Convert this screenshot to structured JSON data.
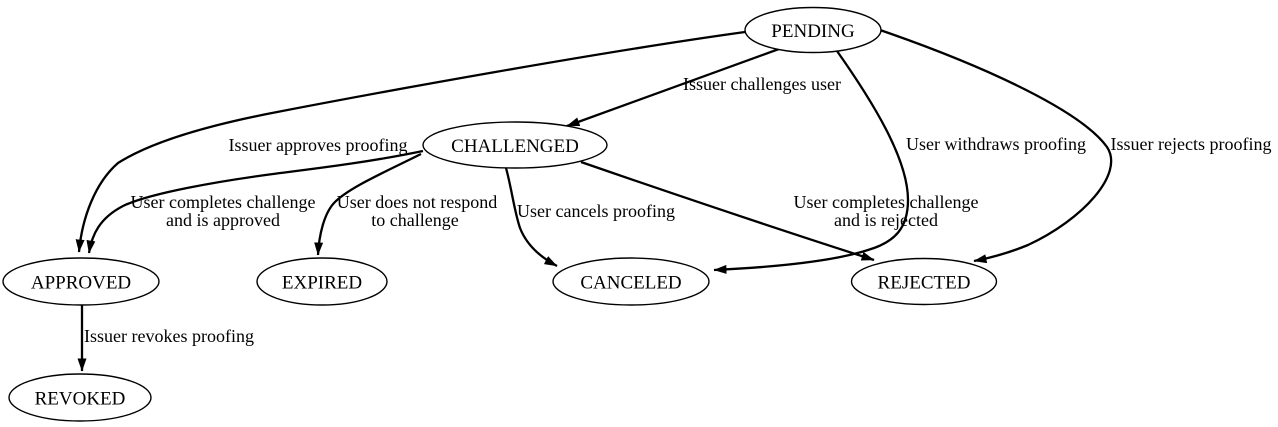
{
  "diagram": {
    "type": "state-machine",
    "colors": {
      "background": "#ffffff",
      "node_fill": "#ffffff",
      "stroke": "#000000",
      "text": "#000000"
    },
    "nodes": [
      {
        "id": "pending",
        "label": "PENDING"
      },
      {
        "id": "challenged",
        "label": "CHALLENGED"
      },
      {
        "id": "approved",
        "label": "APPROVED"
      },
      {
        "id": "expired",
        "label": "EXPIRED"
      },
      {
        "id": "canceled",
        "label": "CANCELED"
      },
      {
        "id": "rejected",
        "label": "REJECTED"
      },
      {
        "id": "revoked",
        "label": "REVOKED"
      }
    ],
    "edges": [
      {
        "from": "PENDING",
        "to": "CHALLENGED",
        "label": [
          "Issuer challenges user"
        ]
      },
      {
        "from": "PENDING",
        "to": "APPROVED",
        "label": [
          "Issuer approves proofing"
        ]
      },
      {
        "from": "PENDING",
        "to": "CANCELED",
        "label": [
          "User withdraws proofing"
        ]
      },
      {
        "from": "PENDING",
        "to": "REJECTED",
        "label": [
          "Issuer rejects proofing"
        ]
      },
      {
        "from": "CHALLENGED",
        "to": "APPROVED",
        "label": [
          "User completes challenge",
          "and is approved"
        ]
      },
      {
        "from": "CHALLENGED",
        "to": "EXPIRED",
        "label": [
          "User does not respond",
          "to challenge"
        ]
      },
      {
        "from": "CHALLENGED",
        "to": "CANCELED",
        "label": [
          "User cancels proofing"
        ]
      },
      {
        "from": "CHALLENGED",
        "to": "REJECTED",
        "label": [
          "User completes challenge",
          "and is rejected"
        ]
      },
      {
        "from": "APPROVED",
        "to": "REVOKED",
        "label": [
          "Issuer revokes proofing"
        ]
      }
    ]
  }
}
